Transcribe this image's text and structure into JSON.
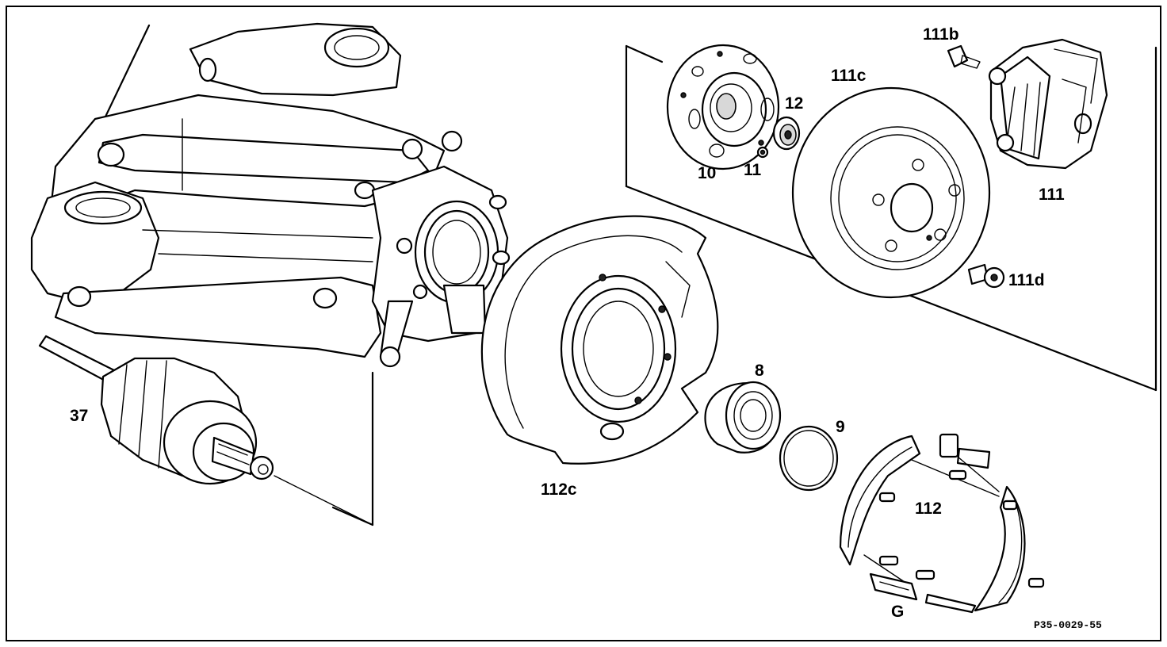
{
  "labels": {
    "p37": "37",
    "p112c": "112c",
    "p8": "8",
    "p9": "9",
    "p112": "112",
    "p10": "10",
    "p11": "11",
    "p12": "12",
    "p111c": "111c",
    "p111b": "111b",
    "p111": "111",
    "p111d": "111d",
    "pG": "G"
  },
  "figure_code": "P35-0029-55"
}
